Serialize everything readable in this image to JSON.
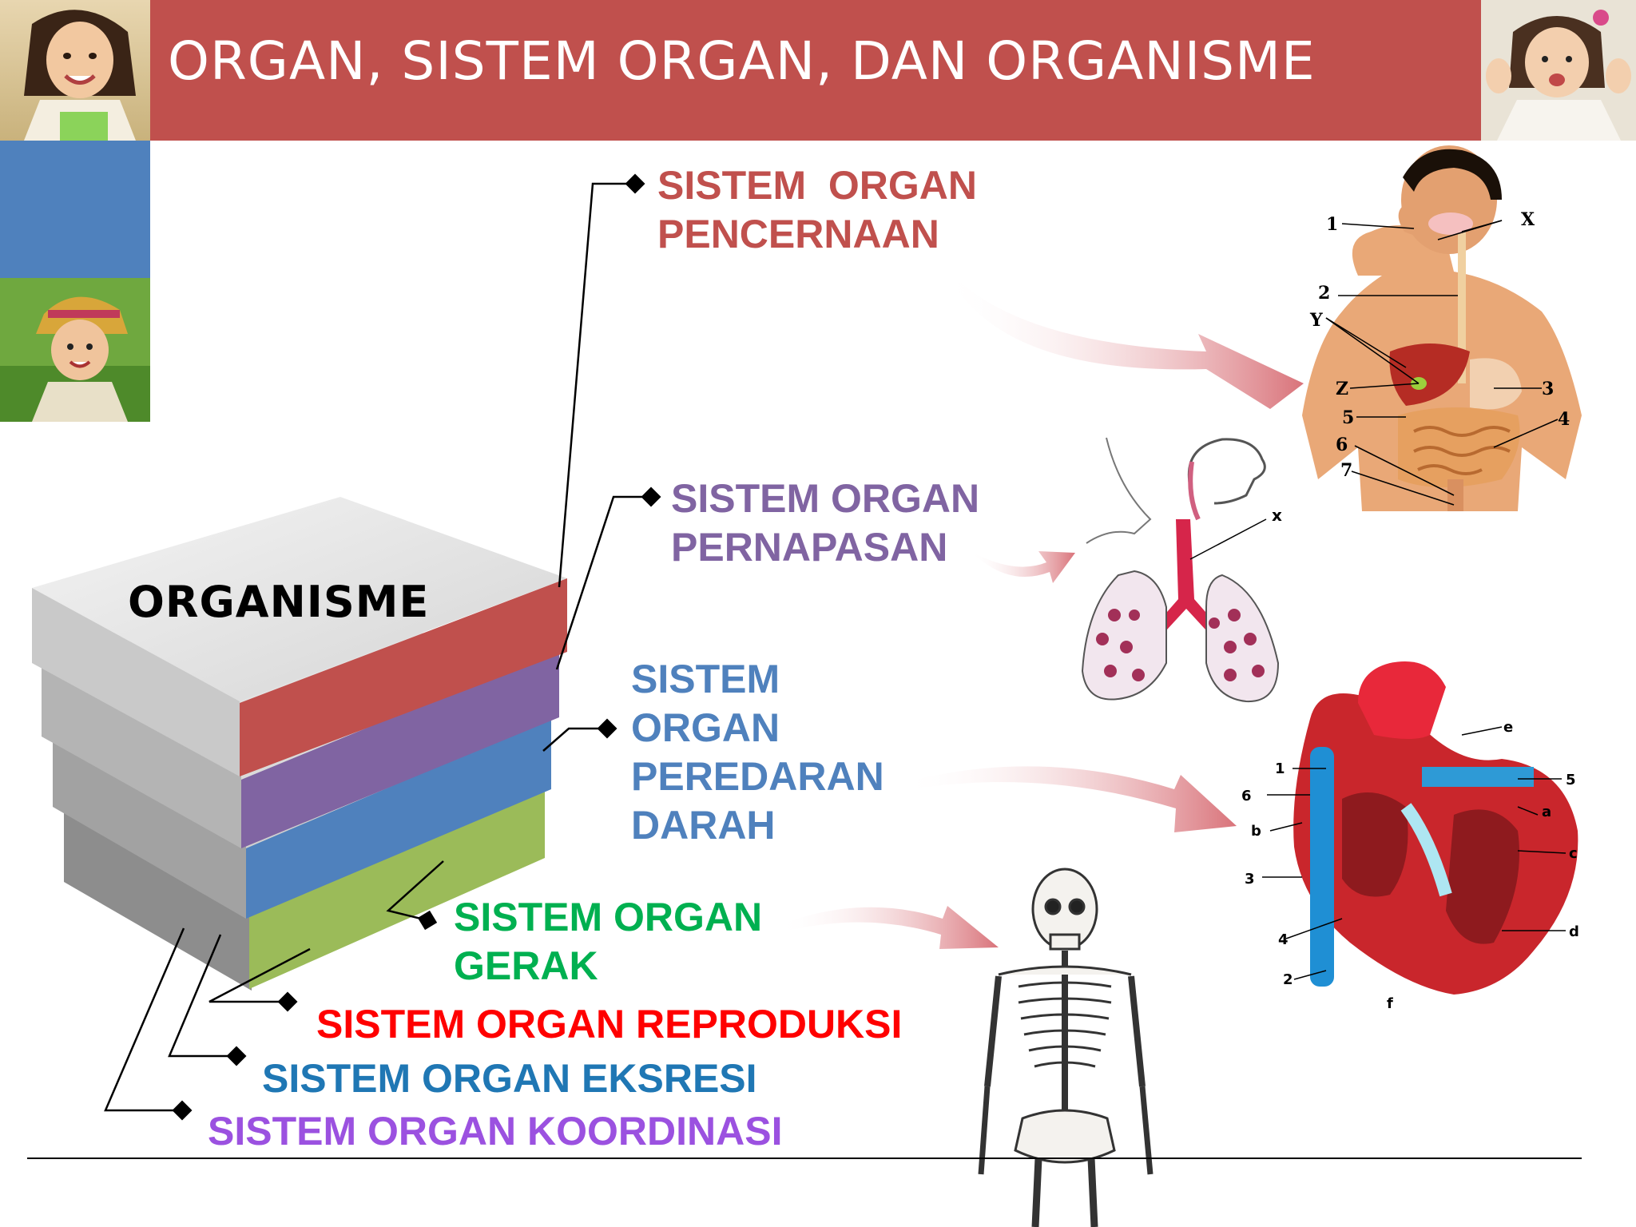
{
  "slide": {
    "title": "ORGAN, SISTEM ORGAN, DAN ORGANISME",
    "stack_label": "ORGANISME"
  },
  "colors": {
    "title_bar": "#c0504d",
    "left_accent": "#4f81bd",
    "layer_red": "#c0504d",
    "layer_purple": "#8064a2",
    "layer_blue": "#4f81bd",
    "layer_green": "#9bbb59",
    "arrow": "#d9737a"
  },
  "systems": {
    "digestive": {
      "line1": "SISTEM  ORGAN",
      "line2": "PENCERNAAN",
      "color": "#c0504d"
    },
    "respiratory": {
      "line1": "SISTEM ORGAN",
      "line2": "PERNAPASAN",
      "color": "#8064a2"
    },
    "circulatory": {
      "line1": "SISTEM",
      "line2": "ORGAN",
      "line3": "PEREDARAN",
      "line4": "DARAH",
      "color": "#4f81bd"
    },
    "motion": {
      "line1": "SISTEM ORGAN",
      "line2": "GERAK",
      "color": "#00b050"
    },
    "reproductive": {
      "line1": "SISTEM ORGAN REPRODUKSI",
      "color": "#ff0000"
    },
    "excretory": {
      "line1": "SISTEM ORGAN EKSRESI",
      "color": "#1f77b4"
    },
    "coordination": {
      "line1": "SISTEM ORGAN KOORDINASI",
      "color": "#9b51e0"
    }
  },
  "figures": {
    "digestive_labels": [
      "1",
      "X",
      "2",
      "Y",
      "Z",
      "3",
      "5",
      "4",
      "6",
      "7"
    ],
    "respiratory_labels": [
      "x"
    ],
    "heart_labels": [
      "e",
      "1",
      "5",
      "6",
      "a",
      "b",
      "c",
      "3",
      "4",
      "d",
      "2",
      "f"
    ]
  }
}
